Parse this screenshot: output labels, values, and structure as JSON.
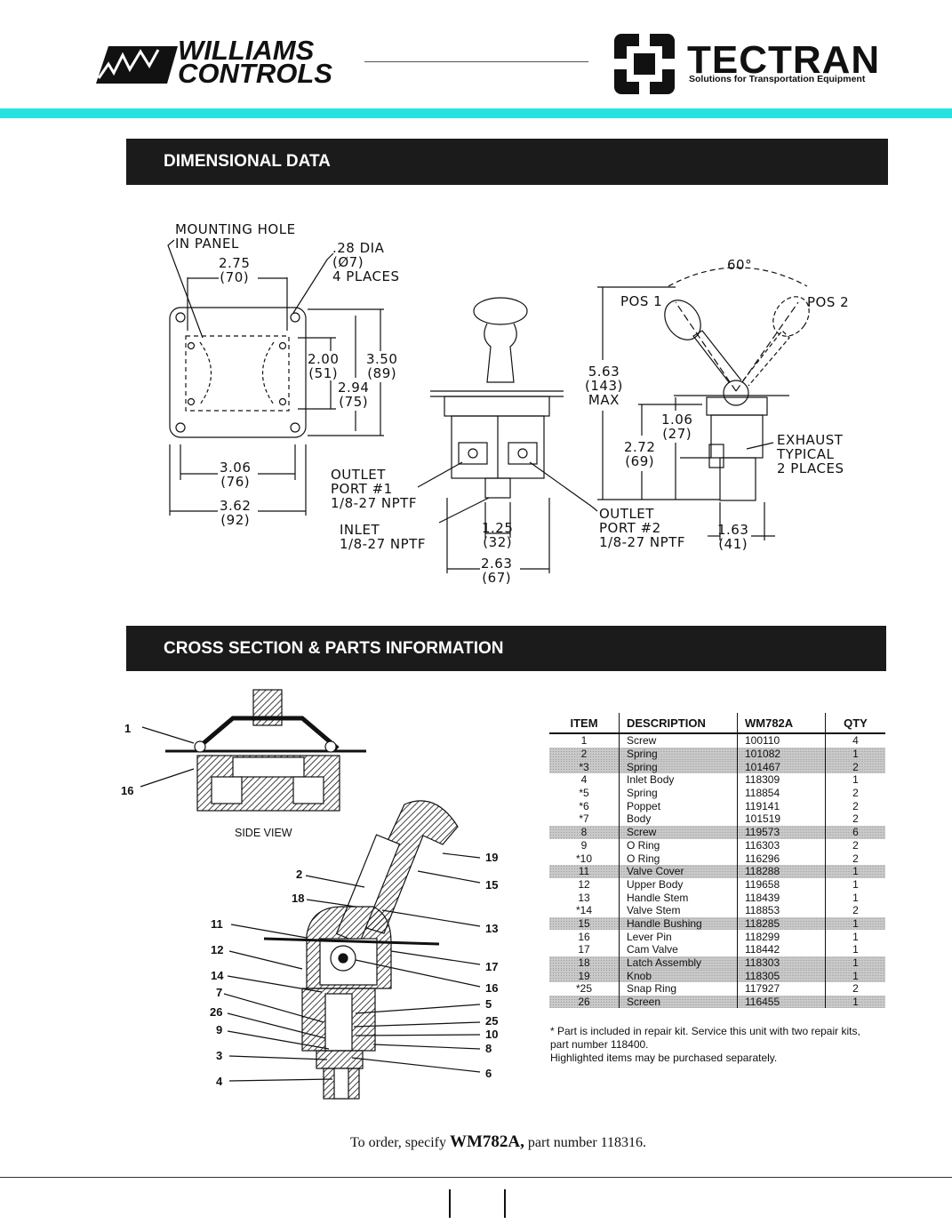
{
  "header": {
    "left_brand_line1": "WILLIAMS",
    "left_brand_line2": "CONTROLS",
    "right_brand": "TECTRAN",
    "right_tagline": "Solutions for Transportation Equipment"
  },
  "sections": {
    "dimensional": "DIMENSIONAL DATA",
    "cross_section": "CROSS SECTION & PARTS INFORMATION"
  },
  "dimensional": {
    "mounting_hole": "MOUNTING HOLE\nIN PANEL",
    "dia": ".28 DIA\n(Ø7)\n4 PLACES",
    "d_275": "2.75\n(70)",
    "d_200": "2.00\n(51)",
    "d_350": "3.50\n(89)",
    "d_294": "2.94\n(75)",
    "d_306": "3.06\n(76)",
    "d_362": "3.62\n(92)",
    "outlet1": "OUTLET\nPORT #1\n1/8-27 NPTF",
    "inlet": "INLET\n1/8-27 NPTF",
    "d_125": "1.25\n(32)",
    "d_263": "2.63\n(67)",
    "outlet2": "OUTLET\nPORT #2\n1/8-27 NPTF",
    "d_563": "5.63\n(143)\nMAX",
    "d_106": "1.06\n(27)",
    "d_272": "2.72\n(69)",
    "d_163": "1.63\n(41)",
    "angle": "60°",
    "pos1": "POS 1",
    "pos2": "POS 2",
    "exhaust": "EXHAUST\nTYPICAL\n2 PLACES"
  },
  "cross_section": {
    "side_view": "SIDE VIEW",
    "callouts": [
      "1",
      "16",
      "2",
      "18",
      "11",
      "12",
      "14",
      "7",
      "26",
      "9",
      "3",
      "4",
      "19",
      "15",
      "13",
      "17",
      "16",
      "5",
      "25",
      "10",
      "8",
      "6"
    ]
  },
  "parts_table": {
    "headers": [
      "ITEM",
      "DESCRIPTION",
      "WM782A",
      "QTY"
    ],
    "rows": [
      {
        "item": "1",
        "desc": "Screw",
        "part": "100110",
        "qty": "4",
        "hl": false
      },
      {
        "item": "2",
        "desc": "Spring",
        "part": "101082",
        "qty": "1",
        "hl": true
      },
      {
        "item": "*3",
        "desc": "Spring",
        "part": "101467",
        "qty": "2",
        "hl": true
      },
      {
        "item": "4",
        "desc": "Inlet Body",
        "part": "118309",
        "qty": "1",
        "hl": false
      },
      {
        "item": "*5",
        "desc": "Spring",
        "part": "118854",
        "qty": "2",
        "hl": false
      },
      {
        "item": "*6",
        "desc": "Poppet",
        "part": "119141",
        "qty": "2",
        "hl": false
      },
      {
        "item": "*7",
        "desc": "Body",
        "part": "101519",
        "qty": "2",
        "hl": false
      },
      {
        "item": "8",
        "desc": "Screw",
        "part": "119573",
        "qty": "6",
        "hl": true
      },
      {
        "item": "9",
        "desc": "O Ring",
        "part": "116303",
        "qty": "2",
        "hl": false
      },
      {
        "item": "*10",
        "desc": "O Ring",
        "part": "116296",
        "qty": "2",
        "hl": false
      },
      {
        "item": "11",
        "desc": "Valve Cover",
        "part": "118288",
        "qty": "1",
        "hl": true
      },
      {
        "item": "12",
        "desc": "Upper Body",
        "part": "119658",
        "qty": "1",
        "hl": false
      },
      {
        "item": "13",
        "desc": "Handle Stem",
        "part": "118439",
        "qty": "1",
        "hl": false
      },
      {
        "item": "*14",
        "desc": "Valve Stem",
        "part": "118853",
        "qty": "2",
        "hl": false
      },
      {
        "item": "15",
        "desc": "Handle Bushing",
        "part": "118285",
        "qty": "1",
        "hl": true
      },
      {
        "item": "16",
        "desc": "Lever Pin",
        "part": "118299",
        "qty": "1",
        "hl": false
      },
      {
        "item": "17",
        "desc": "Cam Valve",
        "part": "118442",
        "qty": "1",
        "hl": false
      },
      {
        "item": "18",
        "desc": "Latch Assembly",
        "part": "118303",
        "qty": "1",
        "hl": true
      },
      {
        "item": "19",
        "desc": "Knob",
        "part": "118305",
        "qty": "1",
        "hl": true
      },
      {
        "item": "*25",
        "desc": "Snap Ring",
        "part": "117927",
        "qty": "2",
        "hl": false
      },
      {
        "item": "26",
        "desc": "Screen",
        "part": "116455",
        "qty": "1",
        "hl": true
      }
    ]
  },
  "notes": {
    "line1": "* Part is included in repair kit. Service this unit with two repair kits,",
    "line2": "part number 118400.",
    "line3": "Highlighted items may be purchased separately."
  },
  "order": {
    "prefix": "To order, specify ",
    "model": "WM782A,",
    "suffix": " part number 118316."
  }
}
